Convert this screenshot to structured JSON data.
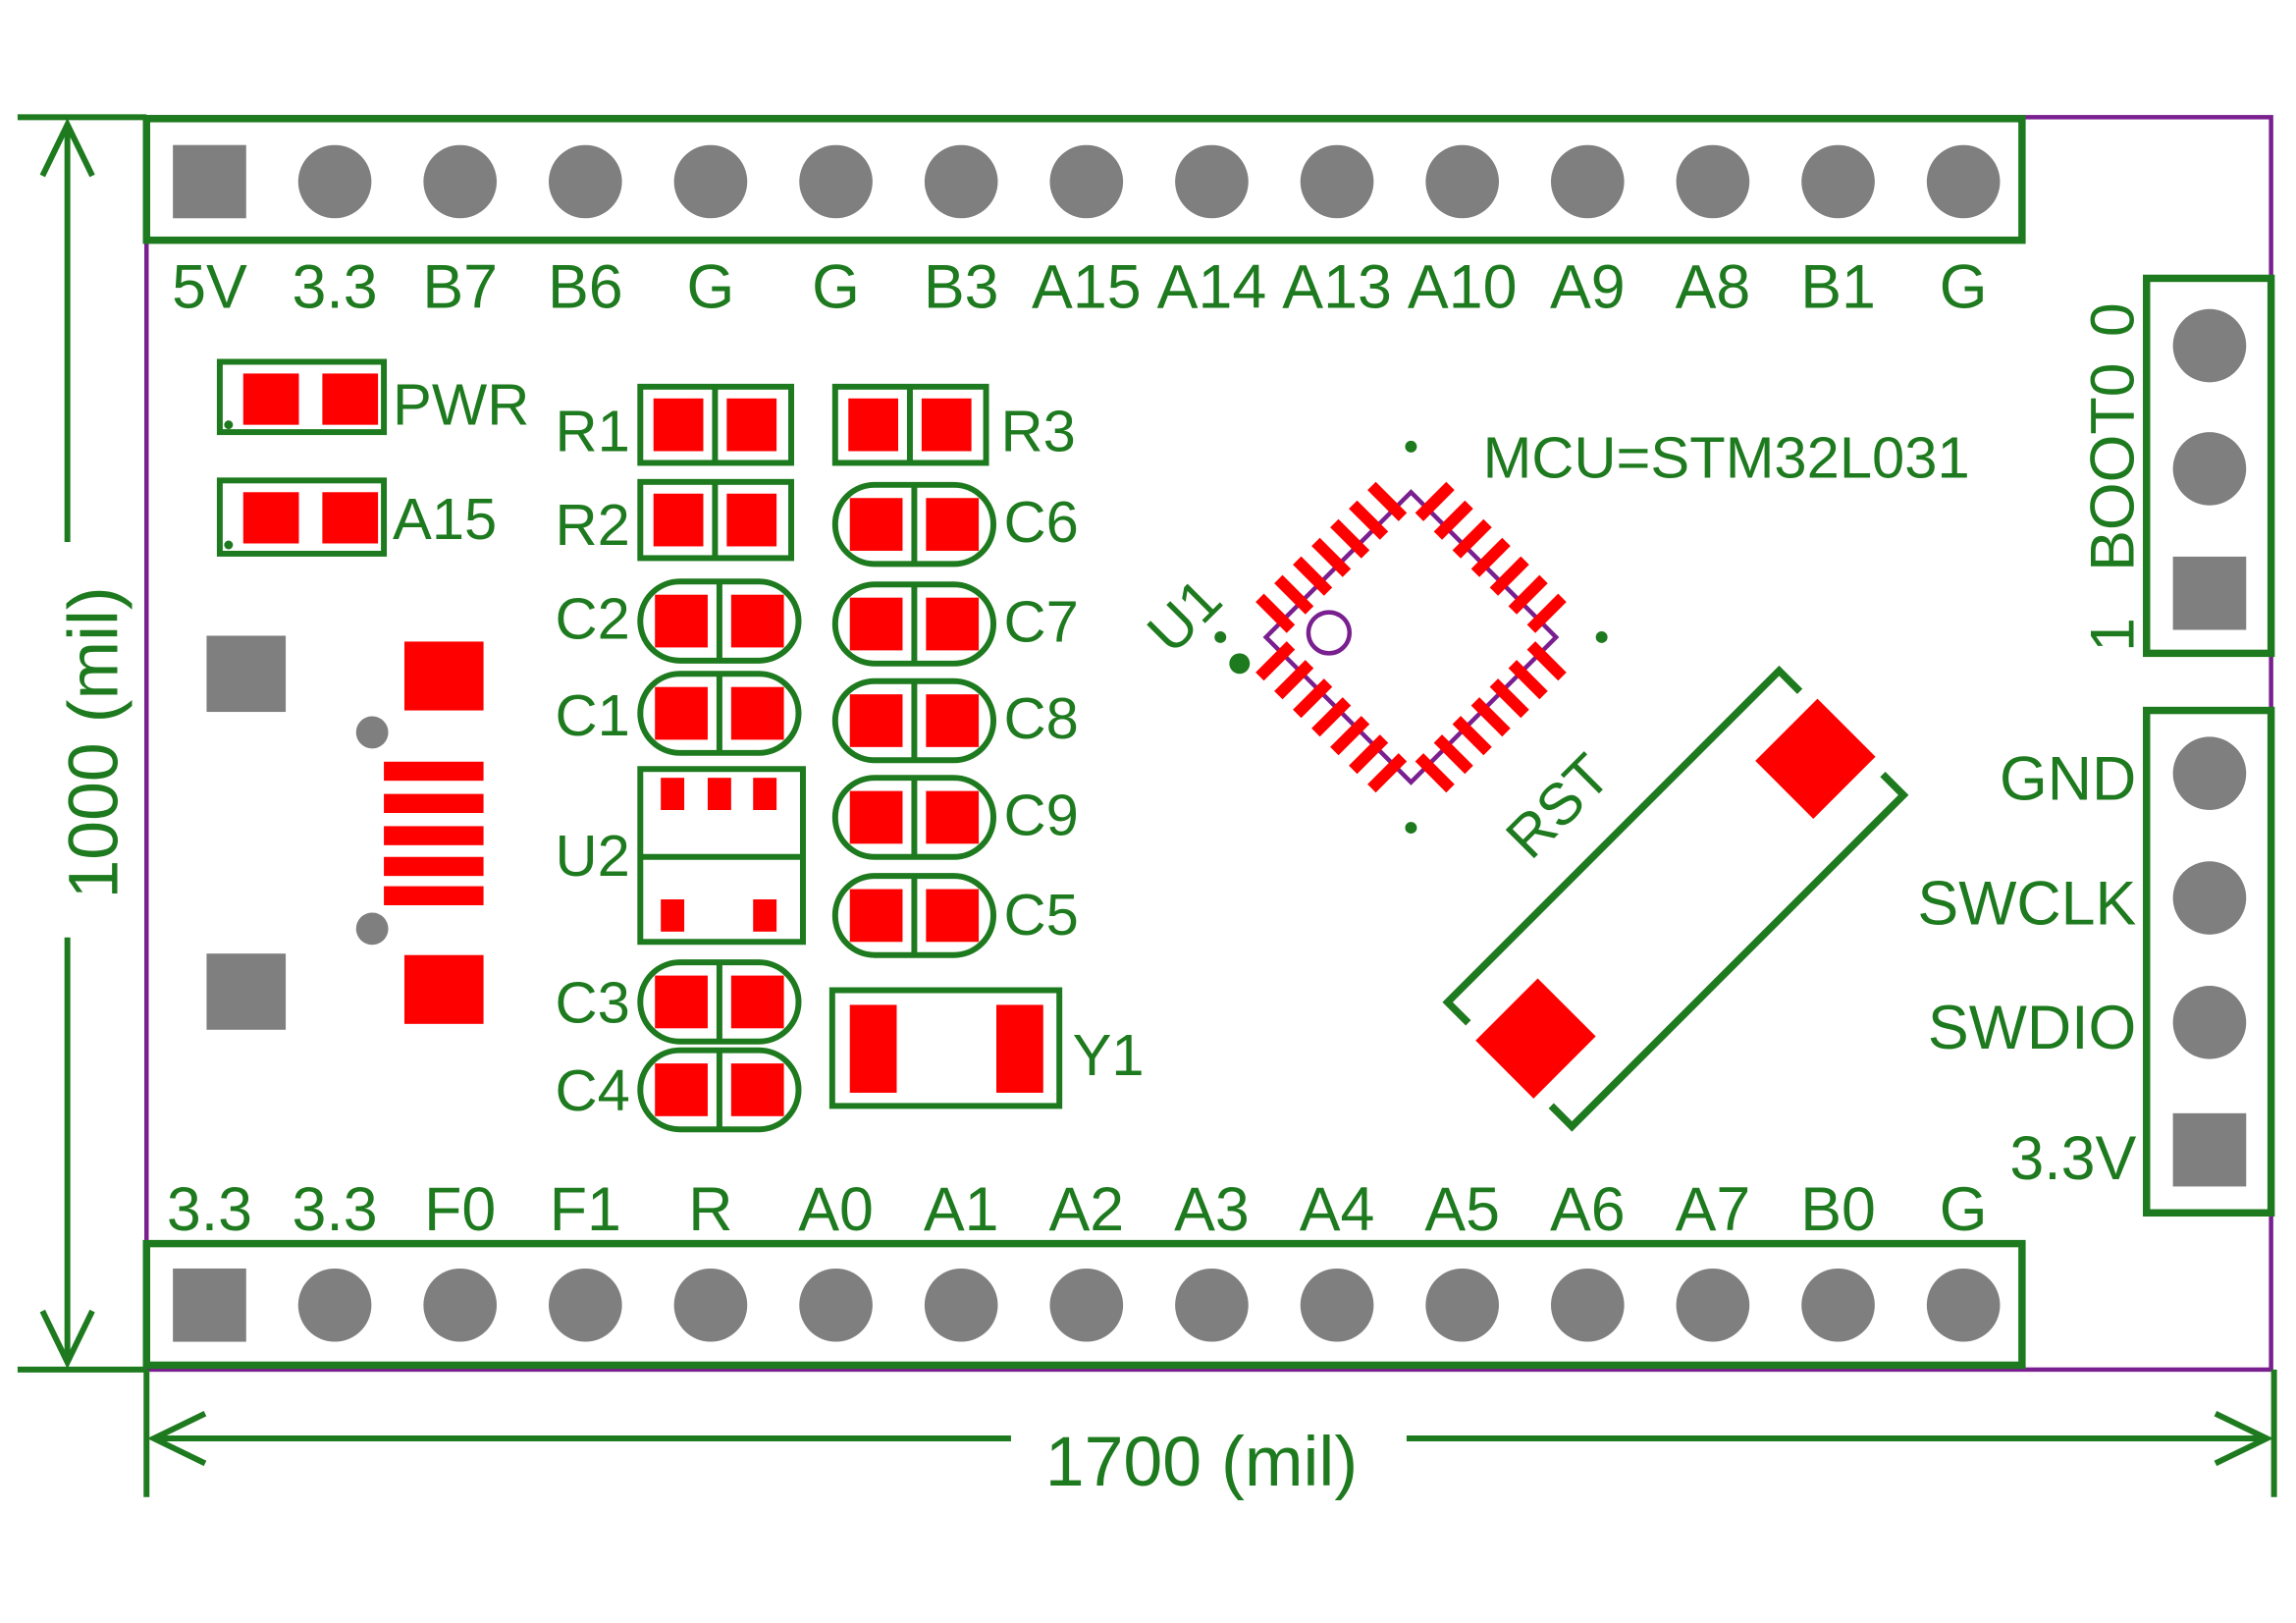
{
  "colors": {
    "silk": "#1e7a1e",
    "outline": "#7a1f8f",
    "pad_smd": "#ff0000",
    "pad_th": "#7f7f7f",
    "background": "#ffffff"
  },
  "mcu_label": "MCU=STM32L031",
  "dims": {
    "width_label": "1700 (mil)",
    "height_label": "1000 (mil)"
  },
  "top_header_pins": [
    "5V",
    "3.3",
    "B7",
    "B6",
    "G",
    "G",
    "B3",
    "A15",
    "A14",
    "A13",
    "A10",
    "A9",
    "A8",
    "B1",
    "G"
  ],
  "bottom_header_pins": [
    "3.3",
    "3.3",
    "F0",
    "F1",
    "R",
    "A0",
    "A1",
    "A2",
    "A3",
    "A4",
    "A5",
    "A6",
    "A7",
    "B0",
    "G"
  ],
  "boot_header": {
    "label": "BOOT0",
    "pin_high": "0",
    "pin_low": "1"
  },
  "swd_header": [
    "GND",
    "SWCLK",
    "SWDIO",
    "3.3V"
  ],
  "components": {
    "pwr": "PWR",
    "a15": "A15",
    "r1": "R1",
    "r2": "R2",
    "r3": "R3",
    "c1": "C1",
    "c2": "C2",
    "c3": "C3",
    "c4": "C4",
    "c5": "C5",
    "c6": "C6",
    "c7": "C7",
    "c8": "C8",
    "c9": "C9",
    "u1": "U1",
    "u2": "U2",
    "y1": "Y1",
    "rst": "RST"
  },
  "icons": {
    "th_square": "square-pad-icon",
    "th_round": "round-pad-icon"
  }
}
